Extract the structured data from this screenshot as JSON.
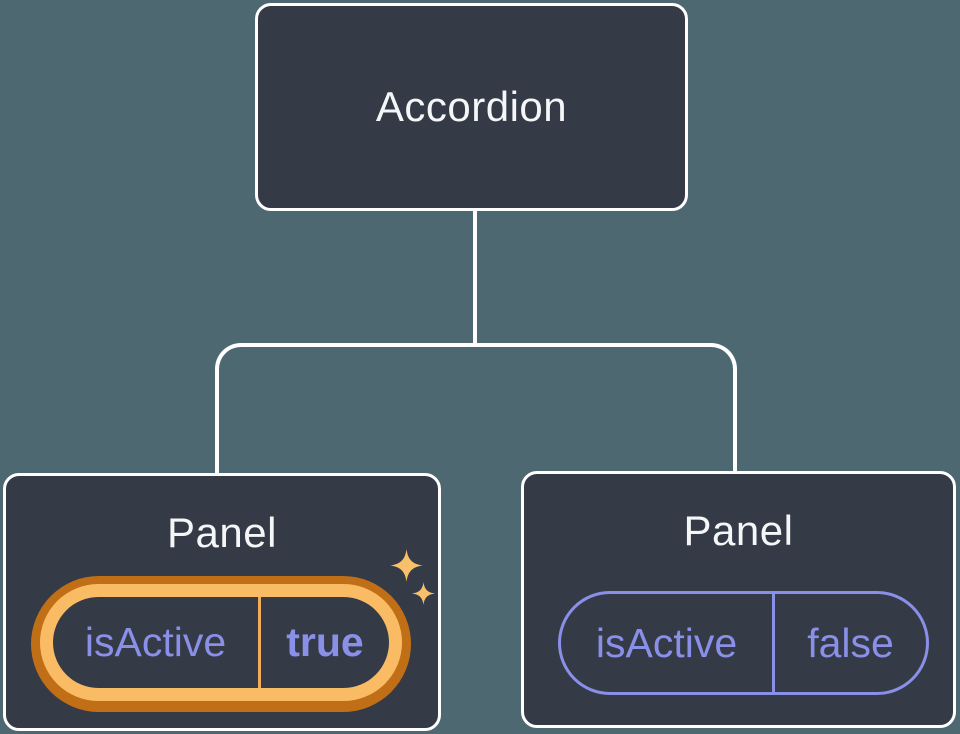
{
  "diagram": {
    "root": {
      "label": "Accordion"
    },
    "children": [
      {
        "label": "Panel",
        "prop": {
          "name": "isActive",
          "value": "true"
        },
        "state": "active-highlighted"
      },
      {
        "label": "Panel",
        "prop": {
          "name": "isActive",
          "value": "false"
        },
        "state": "inactive"
      }
    ]
  },
  "colors": {
    "canvas_background": "#4d6870",
    "node_fill": "#343a46",
    "node_border": "#ffffff",
    "connector": "#ffffff",
    "title_text": "#f5f6f8",
    "prop_text": "#8a8fe8",
    "highlight_outer": "#c16f17",
    "highlight_inner": "#f9bc64",
    "highlight_divider": "#f2ab56",
    "sparkle": "#f8c06a"
  }
}
